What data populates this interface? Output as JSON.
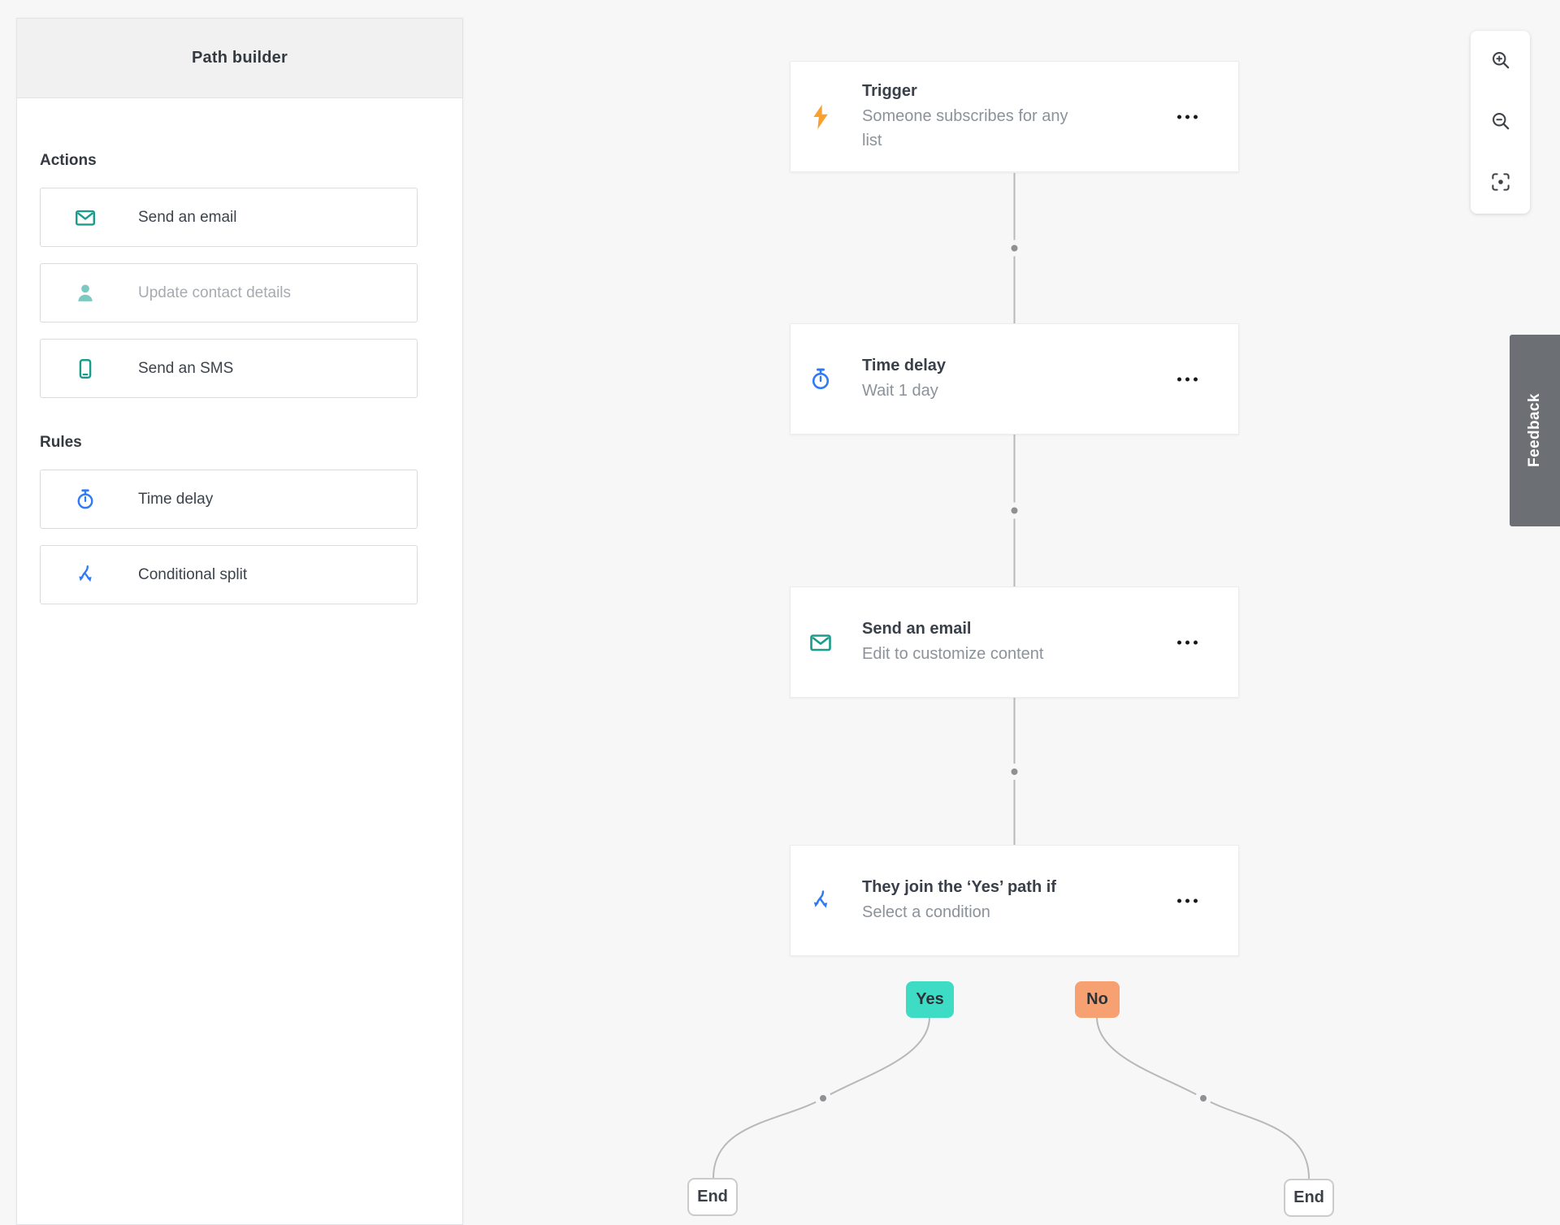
{
  "sidebar": {
    "title": "Path builder",
    "sections": [
      {
        "label": "Actions",
        "items": [
          {
            "label": "Send an email",
            "icon": "email-icon",
            "state": "enabled"
          },
          {
            "label": "Update contact details",
            "icon": "person-icon",
            "state": "disabled"
          },
          {
            "label": "Send an SMS",
            "icon": "phone-icon",
            "state": "enabled"
          }
        ]
      },
      {
        "label": "Rules",
        "items": [
          {
            "label": "Time delay",
            "icon": "stopwatch-icon",
            "state": "enabled"
          },
          {
            "label": "Conditional split",
            "icon": "split-icon",
            "state": "enabled"
          }
        ]
      }
    ]
  },
  "canvas": {
    "nodes": [
      {
        "title": "Trigger",
        "subtitle": "Someone subscribes for any list",
        "icon": "lightning-icon",
        "menu_icon": "ellipsis"
      },
      {
        "title": "Time delay",
        "subtitle": "Wait 1 day",
        "icon": "stopwatch-icon",
        "menu_icon": "ellipsis"
      },
      {
        "title": "Send an email",
        "subtitle": "Edit to customize content",
        "icon": "email-icon",
        "menu_icon": "ellipsis"
      },
      {
        "title": "They join the ‘Yes’ path if",
        "subtitle": "Select a condition",
        "icon": "split-icon",
        "menu_icon": "ellipsis"
      }
    ],
    "yes_label": "Yes",
    "no_label": "No",
    "end_label": "End"
  },
  "controls": {
    "zoom_buttons": [
      "zoom-in",
      "zoom-out",
      "fit-to-screen"
    ],
    "feedback_label": "Feedback"
  },
  "colors": {
    "accent_teal": "#1a9c8c",
    "accent_teal_muted": "#7bc9c0",
    "accent_blue": "#2f7bf6",
    "accent_orange": "#f8a12e",
    "yes_badge": "#3edcc5",
    "no_badge": "#f7a071",
    "connector": "#b6b8ba",
    "connector_dot": "#8e9093",
    "feedback_bg": "#6c7074",
    "canvas_bg": "#f7f7f8",
    "panel_header_bg": "#f1f1f2"
  }
}
